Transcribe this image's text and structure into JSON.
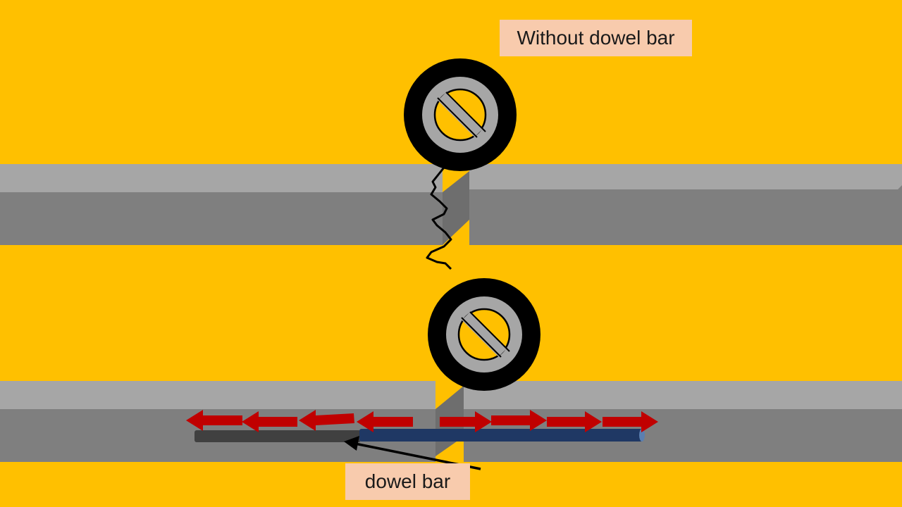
{
  "labels": {
    "without_dowel": "Without dowel bar",
    "dowel_bar": "dowel bar"
  },
  "colors": {
    "background": "#FFC000",
    "slab_top": "#A6A6A6",
    "slab_face": "#7F7F7F",
    "joint_face": "#666666",
    "tire": "#000000",
    "rim": "#A6A6A6",
    "hub": "#FFC000",
    "dowel_left": "#404040",
    "dowel_right": "#1F3864",
    "arrow": "#C00000",
    "label_bg": "#F8CBAD"
  },
  "icons": {
    "wheel": "wheel-icon",
    "crack": "crack-line",
    "arrow": "force-arrow-icon"
  }
}
